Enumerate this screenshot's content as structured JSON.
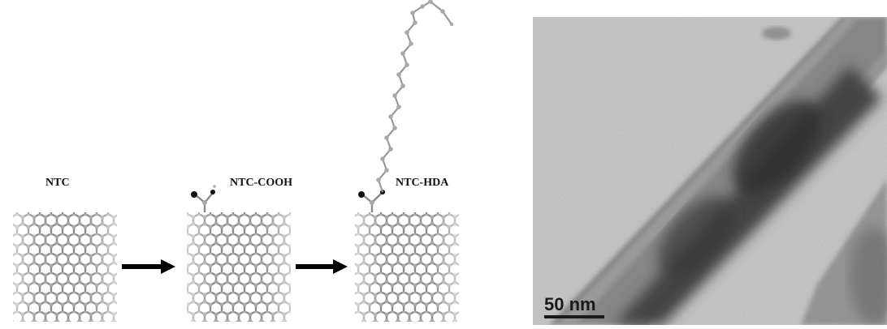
{
  "scheme": {
    "labels": {
      "ntc": "NTC",
      "ntc_cooh": "NTC-COOH",
      "ntc_hda": "NTC-HDA"
    },
    "arrows": 2,
    "colors": {
      "bond": "#8a8a8a",
      "atom": "#a9a9a9",
      "functional_atom": "#111111",
      "arrow": "#000000"
    }
  },
  "micrograph": {
    "scale_label": "50 nm"
  }
}
